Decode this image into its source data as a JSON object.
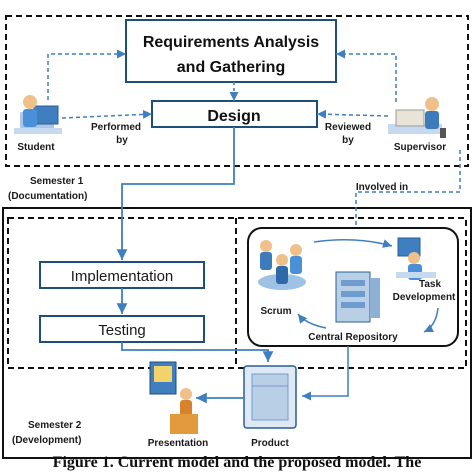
{
  "diagram": {
    "requirements_line1": "Requirements Analysis",
    "requirements_line2": "and Gathering",
    "design": "Design",
    "implementation": "Implementation",
    "testing": "Testing",
    "student": "Student",
    "supervisor": "Supervisor",
    "performed_line1": "Performed",
    "performed_line2": "by",
    "reviewed_line1": "Reviewed",
    "reviewed_line2": "by",
    "involved_in": "Involved in",
    "semester1_line1": "Semester 1",
    "semester1_line2": "(Documentation)",
    "semester2_line1": "Semester 2",
    "semester2_line2": "(Development)",
    "scrum": "Scrum",
    "task_line1": "Task",
    "task_line2": "Development",
    "central_repository": "Central Repository",
    "presentation": "Presentation",
    "product": "Product"
  },
  "caption": "Figure 1. Current model and the proposed model. The",
  "colors": {
    "arrow": "#3f7fbf",
    "box_border": "#1f4e79",
    "dashed_border": "#111111"
  }
}
